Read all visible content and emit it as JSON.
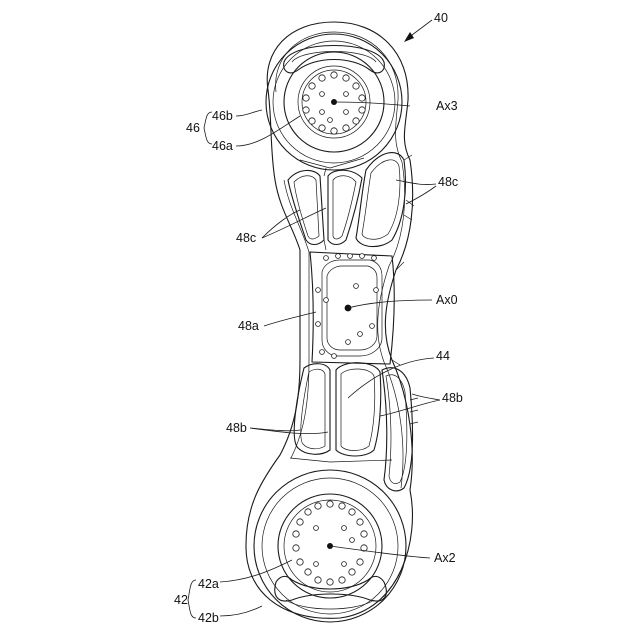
{
  "figure": {
    "labels": {
      "l40": "40",
      "l46": "46",
      "l46b": "46b",
      "l46a": "46a",
      "lAx3": "Ax3",
      "l48c_r": "48c",
      "l48c_l": "48c",
      "lAx0": "Ax0",
      "l48a": "48a",
      "l44": "44",
      "l48b_r": "48b",
      "l48b_l": "48b",
      "lAx2": "Ax2",
      "l42": "42",
      "l42a": "42a",
      "l42b": "42b"
    }
  }
}
